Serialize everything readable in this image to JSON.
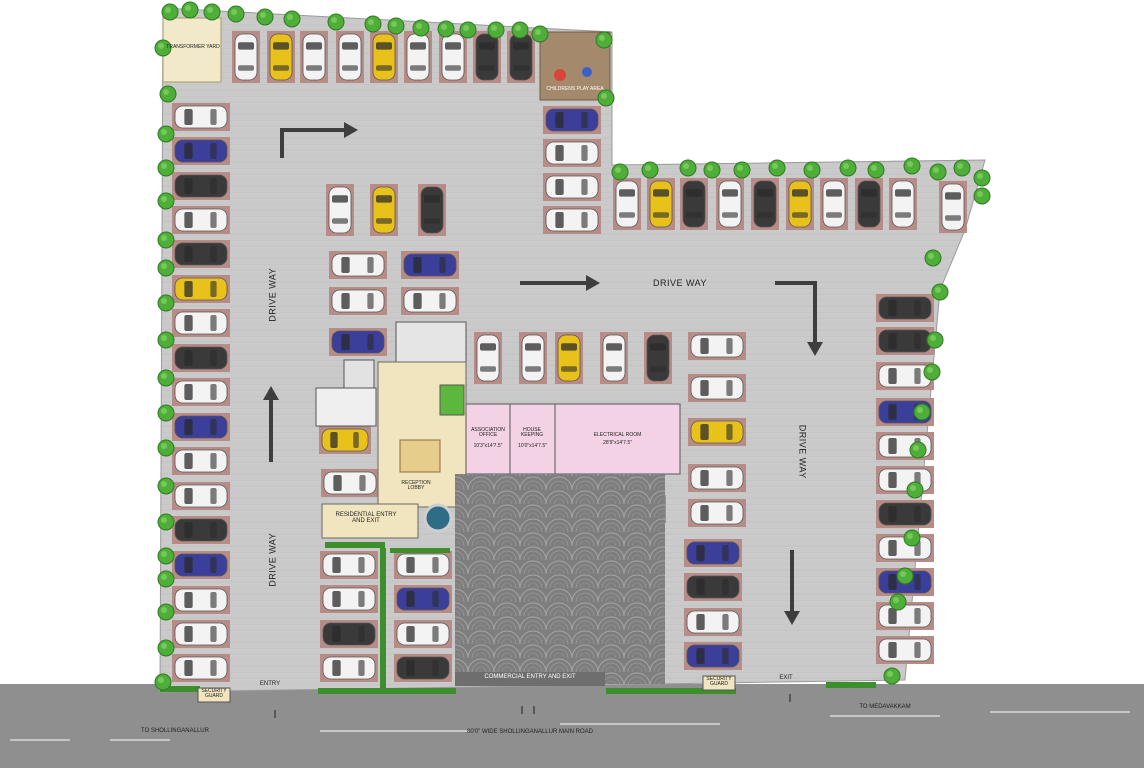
{
  "labels": {
    "drive_way_left_top": "DRIVE WAY",
    "drive_way_left_bottom": "DRIVE WAY",
    "drive_way_center": "DRIVE WAY",
    "drive_way_right": "DRIVE WAY",
    "transformer_yard": "TRANSFORMER YARD",
    "childrens_play_area": "CHILDRENS PLAY AREA",
    "association_office": "ASSOCIATION OFFICE",
    "association_office_size": "10'3\"x14'7.5\"",
    "house_keeping": "HOUSE KEEPING",
    "house_keeping_size": "10'0\"x14'7.5\"",
    "electrical_room": "ELECTRICAL ROOM",
    "electrical_room_size": "28'9\"x14'7.5\"",
    "reception_lobby": "RECEPTION LOBBY",
    "residential_entry": "RESIDENTIAL ENTRY AND EXIT",
    "commercial_entry": "COMMERCIAL ENTRY AND EXIT",
    "security_guard_left": "SECURITY GUARD",
    "security_guard_right": "SECURITY GUARD",
    "entry": "ENTRY",
    "exit": "EXIT",
    "to_shollinganallur": "TO SHOLLINGANALLUR",
    "to_medavakkam": "TO MEDAVAKKAM",
    "main_road": "80'0\" WIDE SHOLLINGANALLUR MAIN ROAD"
  },
  "colors": {
    "paving": "#c9c9c9",
    "parking_bay": "#b88c86",
    "road": "#8f8f8f",
    "car_white": "#f3f3f3",
    "car_yellow": "#e8c21a",
    "car_blue": "#3b3f9a",
    "car_black": "#3a3a3a",
    "tree": "#4fae3a",
    "office": "#f2d2e4"
  }
}
